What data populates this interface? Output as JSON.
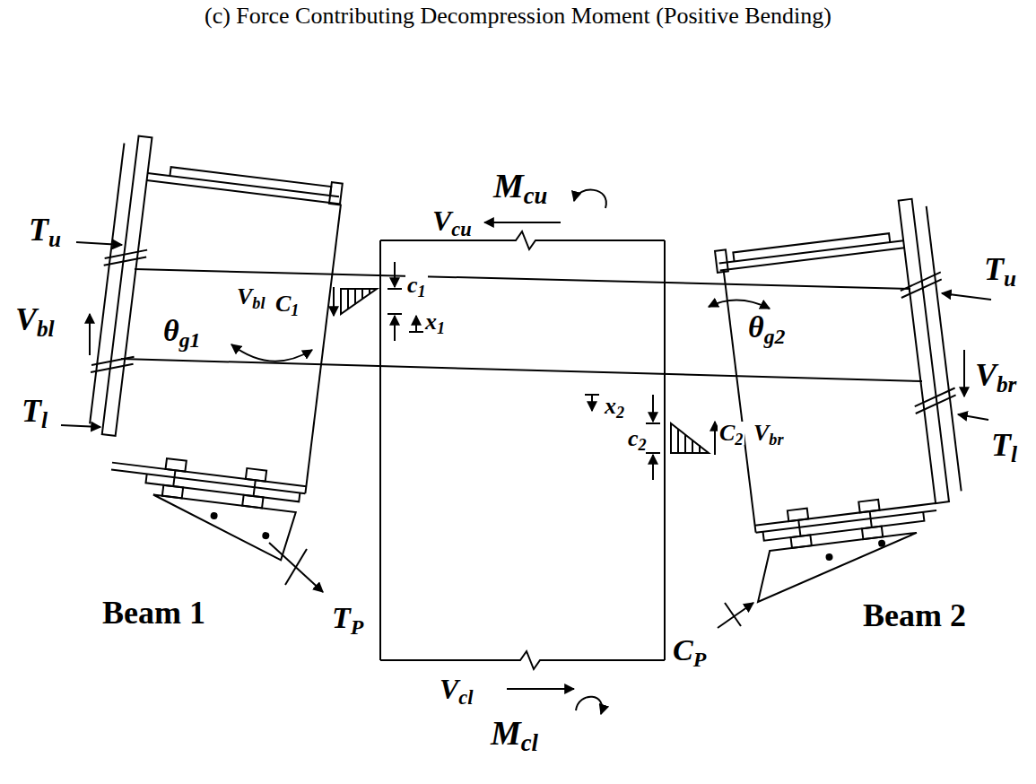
{
  "diagram": {
    "title": "(c) Force Contributing Decompression Moment (Positive Bending)",
    "labels": [
      "Mcu",
      "Vcu",
      "Tu",
      "Vbl",
      "Vbl",
      "C1",
      "c1",
      "x1",
      "θg1",
      "Tl",
      "Tu",
      "θg2",
      "Vbr",
      "Tl",
      "x2",
      "c2",
      "C2",
      "Vbr",
      "TP",
      "CP",
      "Beam 1",
      "Beam 2",
      "Vcl",
      "Mcl"
    ]
  }
}
